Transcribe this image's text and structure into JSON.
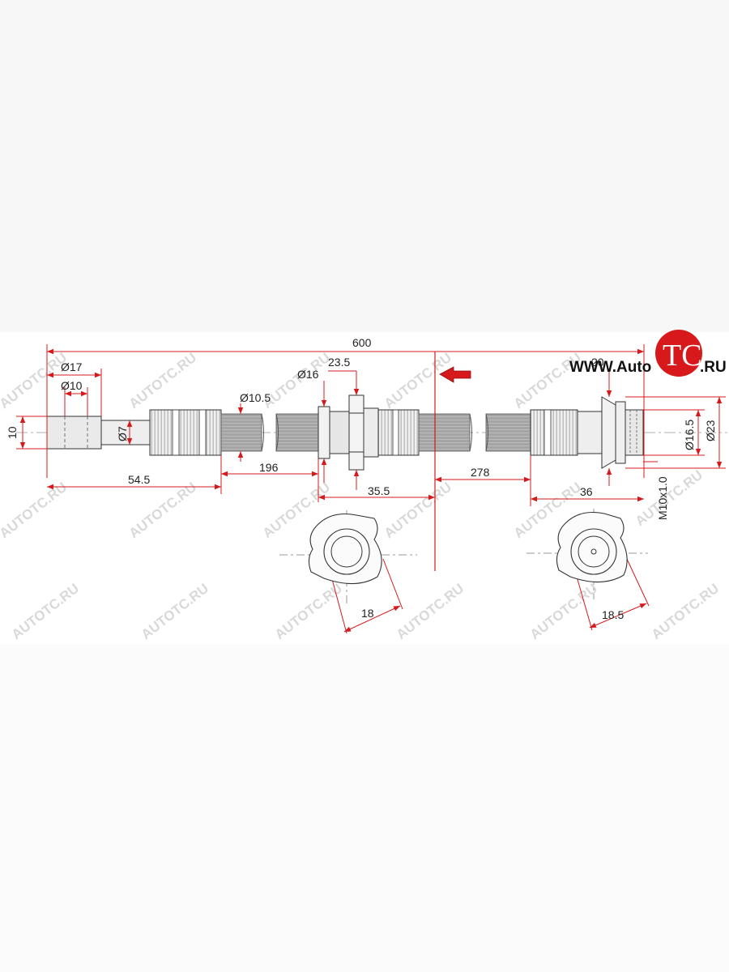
{
  "site": {
    "url_prefix": "WWW.Auto",
    "logo_letters": "TC",
    "url_suffix": ".RU",
    "watermark": "AUTOTC.RU",
    "brand_color": "#d7191c"
  },
  "drawing": {
    "dimensions": {
      "overall_length": "600",
      "hole_diam_outer_left": "Ø17",
      "hole_diam_inner_left": "Ø10",
      "left_height": "10",
      "pipe_diam": "Ø7",
      "left_fitting_length": "54.5",
      "hose_diam": "Ø10.5",
      "hose_segment_1": "196",
      "bracket_diam": "Ø16",
      "bracket_width": "23.5",
      "middle_length": "35.5",
      "hose_segment_2": "278",
      "hidden_top_right": "20",
      "right_fitting_length": "36",
      "right_thread": "M10x1.0",
      "right_diam_inner": "Ø16.5",
      "right_diam_outer": "Ø23",
      "left_section_width": "18",
      "right_section_width": "18.5"
    },
    "colors": {
      "dimension_line": "#d7191c",
      "hose": "#a6a6a6",
      "fitting": "#eeeeee",
      "outline": "#333333"
    }
  }
}
